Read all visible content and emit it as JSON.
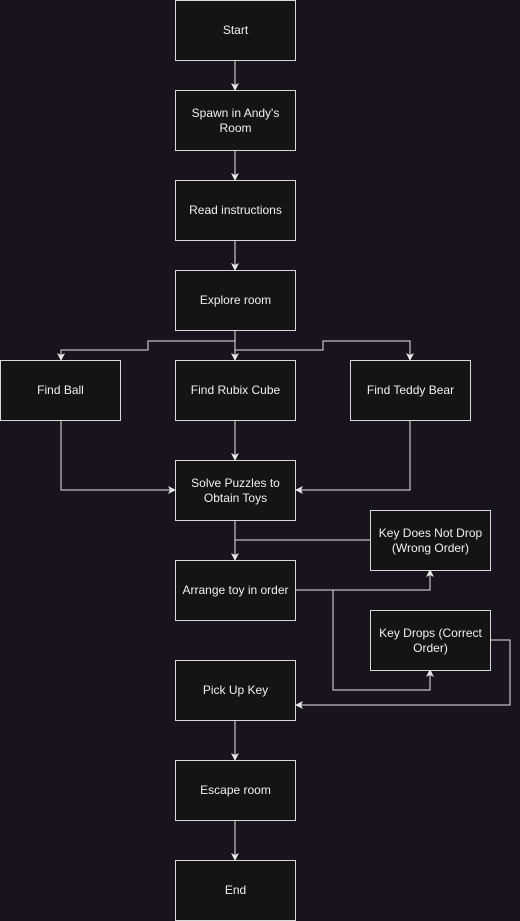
{
  "diagram": {
    "colors": {
      "background": "#18141d",
      "node_fill": "#141414",
      "node_border": "#d8d8d8",
      "text": "#f0f0f0",
      "edge": "#e6e6e6"
    },
    "nodes": {
      "start": "Start",
      "spawn": "Spawn in Andy's Room",
      "read": "Read instructions",
      "explore": "Explore room",
      "ball": "Find Ball",
      "rubix": "Find Rubix Cube",
      "teddy": "Find Teddy Bear",
      "solve": "Solve Puzzles to Obtain Toys",
      "nodrop": "Key Does Not Drop (Wrong Order)",
      "arrange": "Arrange toy in order",
      "drops": "Key Drops (Correct Order)",
      "pickup": "Pick Up Key",
      "escape": "Escape room",
      "end": "End"
    },
    "edges": [
      {
        "from": "start",
        "to": "spawn"
      },
      {
        "from": "spawn",
        "to": "read"
      },
      {
        "from": "read",
        "to": "explore"
      },
      {
        "from": "explore",
        "to": "ball"
      },
      {
        "from": "explore",
        "to": "rubix"
      },
      {
        "from": "explore",
        "to": "teddy"
      },
      {
        "from": "ball",
        "to": "solve"
      },
      {
        "from": "rubix",
        "to": "solve"
      },
      {
        "from": "teddy",
        "to": "solve"
      },
      {
        "from": "solve",
        "to": "arrange"
      },
      {
        "from": "nodrop",
        "to": "solve"
      },
      {
        "from": "arrange",
        "to": "nodrop"
      },
      {
        "from": "arrange",
        "to": "drops"
      },
      {
        "from": "drops",
        "to": "pickup"
      },
      {
        "from": "pickup",
        "to": "escape"
      },
      {
        "from": "escape",
        "to": "end"
      }
    ]
  }
}
